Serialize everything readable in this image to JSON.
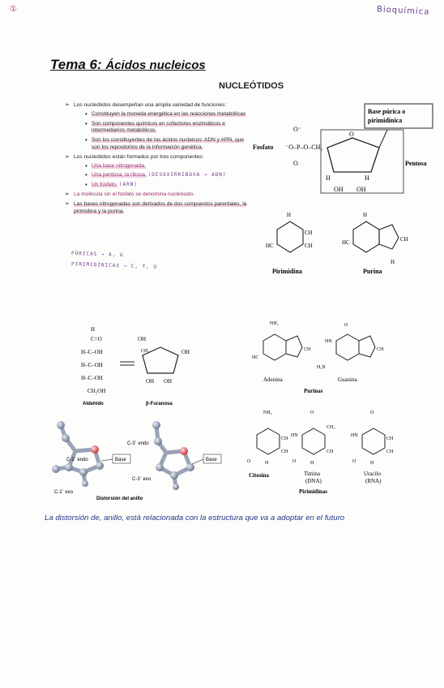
{
  "header": {
    "corner_mark": "①",
    "subject_note": "Bioquímica"
  },
  "page": {
    "title_prefix": "Tema 6:",
    "title_suffix": "Ácidos nucleicos",
    "section": "NUCLEÓTIDOS"
  },
  "bullets": {
    "b1": "Los nucleótidos desempeñan una amplia variedad de funciones:",
    "b1_s1": "Constituyen la moneda energética en las reacciones metabólicas",
    "b1_s2": "Son componentes químicos en cofactores enzimáticos e intermediarios metabólicos.",
    "b1_s3": "Son los constituyentes de los ácidos nucleicos: ADN y ARN, que son los repositorios de la información genética.",
    "b2": "Los nucleótidos están formados por tres componentes:",
    "b2_s1": "Una base nitrogenada.",
    "b2_s2": "Una pentosa, la ribosa.",
    "b2_s2_note": "(DESOXIRRIBOSA → ADN)",
    "b2_s3": "Un fosfato.",
    "b2_s3_note": "(ARN)",
    "b3": "La molécula sin el fosfato se denomina nucleósido.",
    "b4": "Las bases nitrogenadas son derivados de dos compuestos parentales, la pirimidina y la purina."
  },
  "handnotes": {
    "n1": "PÚRICAS → A, G",
    "n2": "PIRIMIDÍNICAS → C, T, U"
  },
  "nucleotide": {
    "box_label": "Base púrica o pirimidínica",
    "phosphate": "Fosfato",
    "pentose": "Pentosa"
  },
  "parent": {
    "pyrimidine": "Pirimidina",
    "purine": "Purina"
  },
  "sugar": {
    "aldehyde": "Aldehído",
    "furanose": "β-Furanosa"
  },
  "purines": {
    "adenine": "Adenina",
    "guanine": "Guanina",
    "group": "Purinas"
  },
  "pyrimidines": {
    "cytosine": "Citosina",
    "thymine": "Timina",
    "thymine_note": "(DNA)",
    "uracil": "Uracilo",
    "uracil_note": "(RNA)",
    "group": "Pirimidinas"
  },
  "pucker": {
    "c2_endo": "C-2´ endo",
    "c3_endo": "C-3´ endo",
    "c3_exo": "C-3´ exo",
    "c2_exo": "C-2´ exo",
    "base": "Base",
    "title": "Distorsión del anillo"
  },
  "caption": "La distorsión de, anillo, está relacionada con la estructura que va a adoptar en el futuro"
}
